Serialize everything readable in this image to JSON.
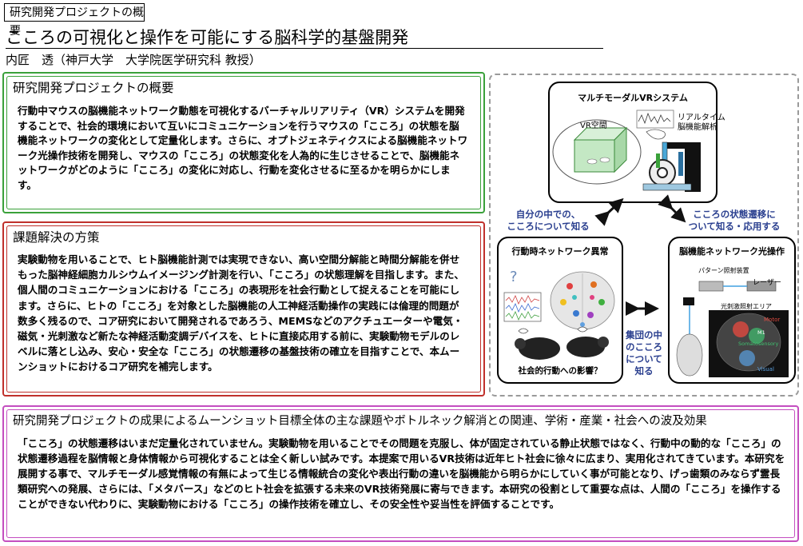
{
  "header": {
    "tag": "研究開発プロジェクトの概要",
    "title": "こころの可視化と操作を可能にする脳科学的基盤開発",
    "author": "内匠　透（神戸大学　大学院医学研究科 教授）"
  },
  "overview": {
    "heading": "研究開発プロジェクトの概要",
    "text": "行動中マウスの脳機能ネットワーク動態を可視化するバーチャルリアリティ（VR）システムを開発することで、社会的環境において互いにコミュニケーションを行うマウスの「こころ」の状態を脳機能ネットワークの変化として定量化します。さらに、オプトジェネティクスによる脳機能ネットワーク光操作技術を開発し、マウスの「こころ」の状態変化を人為的に生じさせることで、脳機能ネットワークがどのように「こころ」の変化に対応し、行動を変化させるに至るかを明らかにします。"
  },
  "solution": {
    "heading": "課題解決の方策",
    "text": "実験動物を用いることで、ヒト脳機能計測では実現できない、高い空間分解能と時間分解能を併せもった脳神経細胞カルシウムイメージング計測を行い、「こころ」の状態理解を目指します。また、個人間のコミュニケーションにおける「こころ」の表現形を社会行動として捉えることを可能にします。さらに、ヒトの「こころ」を対象とした脳機能の人工神経活動操作の実践には倫理的問題が数多く残るので、コア研究において開発されるであろう、MEMSなどのアクチュエーターや電気・磁気・光刺激など新たな神経活動変調デバイスを、ヒトに直接応用する前に、実験動物モデルのレベルに落とし込み、安心・安全な「こころ」の状態遷移の基盤技術の確立を目指すことで、本ムーンショットにおけるコア研究を補完します。"
  },
  "impact": {
    "heading": "研究開発プロジェクトの成果によるムーンショット目標全体の主な課題やボトルネック解消との関連、学術・産業・社会への波及効果",
    "text": "「こころ」の状態遷移はいまだ定量化されていません。実験動物を用いることでその問題を克服し、体が固定されている静止状態ではなく、行動中の動的な「こころ」の状態遷移過程を脳情報と身体情報から可視化することは全く新しい試みです。本提案で用いるVR技術は近年ヒト社会に徐々に広まり、実用化されてきています。本研究を展開する事で、マルチモーダル感覚情報の有無によって生じる情報統合の変化や表出行動の違いを脳機能から明らかにしていく事が可能となり、げっ歯類のみならず霊長類研究への発展、さらには、「メタバース」などのヒト社会を拡張する未来のVR技術発展に寄与できます。本研究の役割として重要な点は、人間の「こころ」を操作することができない代わりに、実験動物における「こころ」の操作技術を確立し、その安全性や妥当性を評価することです。"
  },
  "diagram": {
    "vr_title": "マルチモーダルVRシステム",
    "vr_space": "VR空間",
    "realtime": "リアルタイム\n脳機能解析",
    "left_arrow_text": "自分の中での、\nこころについて知る",
    "right_arrow_text": "こころの状態遷移に\nついて知る・応用する",
    "abnormal_title": "行動時ネットワーク異常",
    "question": "?",
    "social_impact": "社会的行動への影響？",
    "collective_text": "集団の中\nのこころ\nについて\n知る",
    "opto_title": "脳機能ネットワーク光操作",
    "pattern_device": "パターン照射装置",
    "laser": "レーザー",
    "stim_area": "光刺激照射エリア",
    "motor": "Motor",
    "somatosensory": "Somatosensory",
    "visual": "Visual",
    "m1": "M1"
  },
  "colors": {
    "green": "#3aa13a",
    "red": "#c0302b",
    "pink": "#c44ec0",
    "blue_text": "#2a3f8f"
  }
}
